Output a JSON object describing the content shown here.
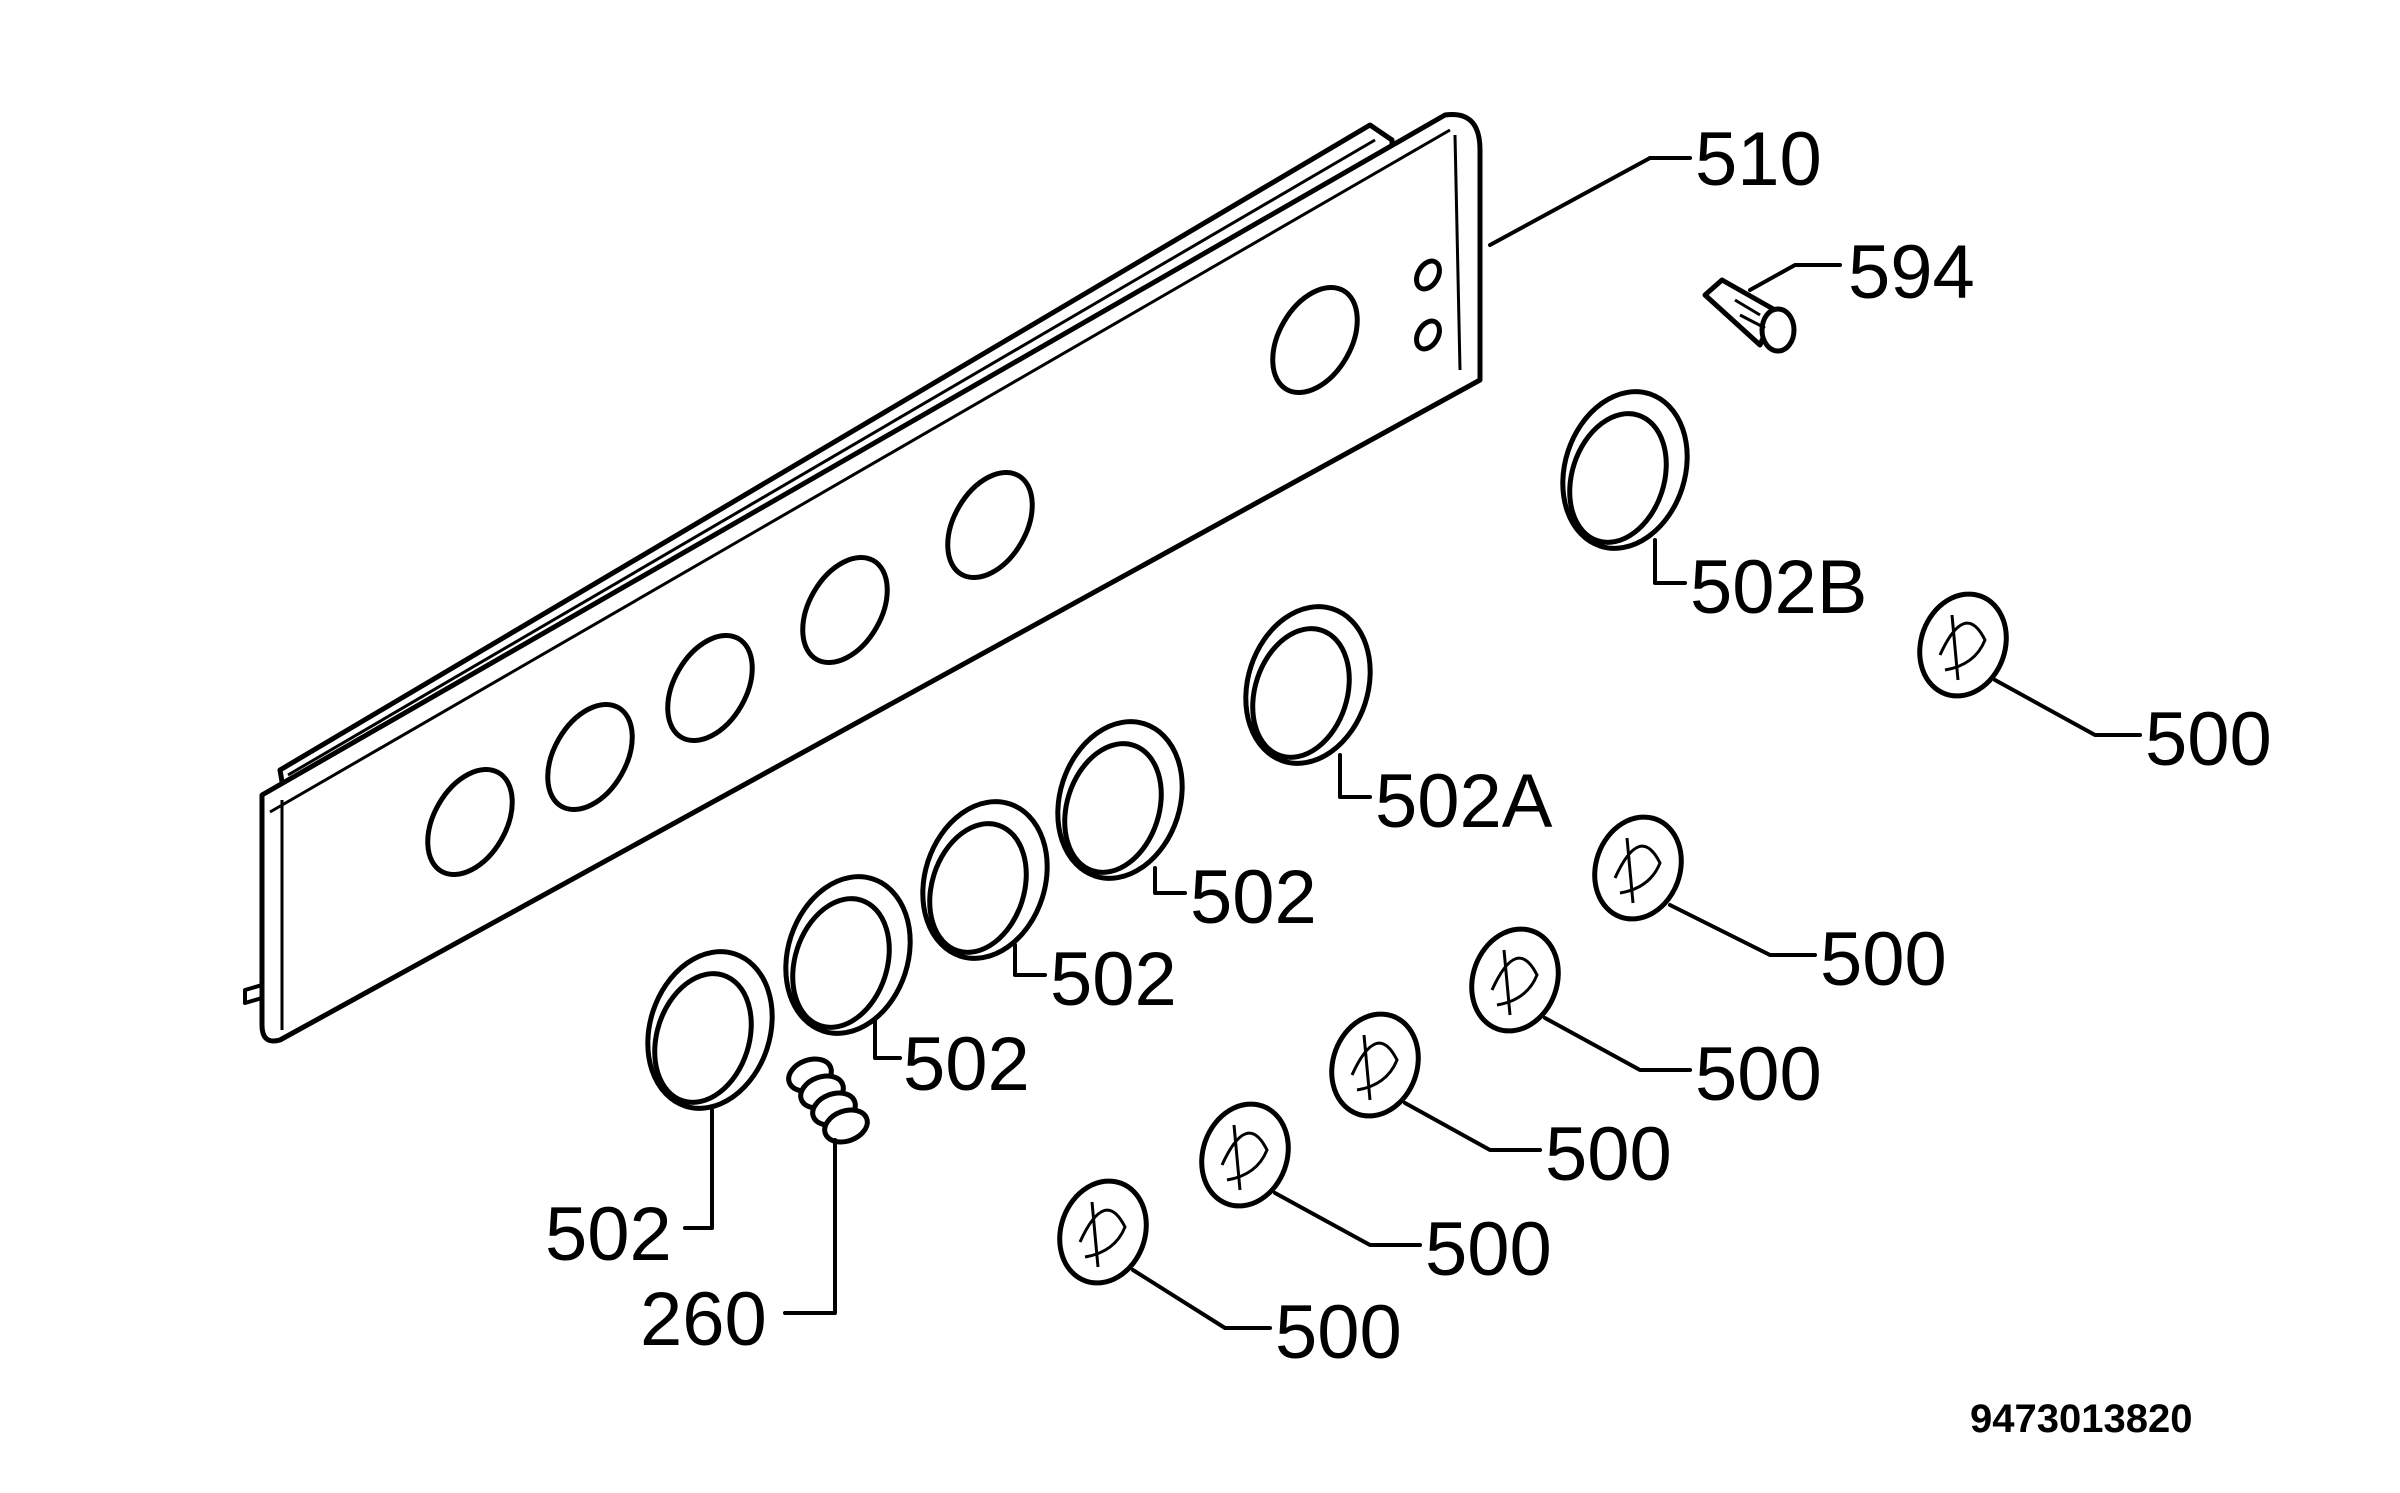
{
  "labels": {
    "panel": "510",
    "indicator": "594",
    "bezel_b": "502B",
    "bezel_a": "502A",
    "bezel_1": "502",
    "bezel_2": "502",
    "bezel_3": "502",
    "bezel_4": "502",
    "spring": "260",
    "knob_1": "500",
    "knob_2": "500",
    "knob_3": "500",
    "knob_4": "500",
    "knob_5": "500",
    "knob_6": "500"
  },
  "drawing_code": "9473013820"
}
